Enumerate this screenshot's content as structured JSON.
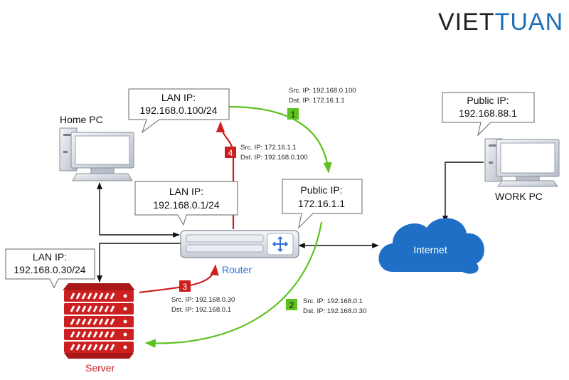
{
  "brand": {
    "logo_part1": "VIET",
    "logo_part2": "TUAN"
  },
  "colors": {
    "green": "#5cc21e",
    "red": "#cc1f1f",
    "router_blue": "#2f6fd6",
    "cloud": "#1f6fc6",
    "server": "#cc2020",
    "line": "#111111"
  },
  "callouts": {
    "home_lan": {
      "label": "LAN IP:",
      "value": "192.168.0.100/24"
    },
    "router_lan": {
      "label": "LAN IP:",
      "value": "192.168.0.1/24"
    },
    "server_lan": {
      "label": "LAN IP:",
      "value": "192.168.0.30/24"
    },
    "router_public": {
      "label": "Public IP:",
      "value": "172.16.1.1"
    },
    "work_public": {
      "label": "Public IP:",
      "value": "192.168.88.1"
    }
  },
  "devices": {
    "home_pc": "Home PC",
    "work_pc": "WORK PC",
    "router": "Router",
    "internet": "Internet",
    "server": "Server"
  },
  "steps": [
    {
      "num": "1",
      "src": "Src. IP: 192.168.0.100",
      "dst": "Dst. IP: 172.16.1.1"
    },
    {
      "num": "2",
      "src": "Src. IP: 192.168.0.1",
      "dst": "Dst. IP: 192.168.0.30"
    },
    {
      "num": "3",
      "src": "Src. IP: 192.168.0.30",
      "dst": "Dst. IP: 192.168.0.1"
    },
    {
      "num": "4",
      "src": "Src. IP: 172.16.1.1",
      "dst": "Dst. IP: 192.168.0.100"
    }
  ]
}
